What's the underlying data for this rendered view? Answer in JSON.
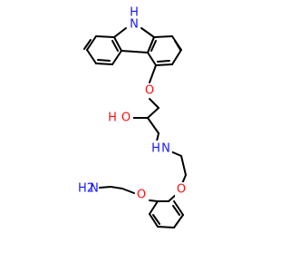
{
  "colors": {
    "bond": "#000000",
    "nitrogen": "#1818ff",
    "oxygen": "#ff1010",
    "background": "#ffffff"
  },
  "labels": {
    "nh_carbazole": "H",
    "n_carbazole": "N",
    "o_ether_top": "O",
    "o_hydroxyl": "O",
    "h_hydroxyl": "H",
    "n_amine": "N",
    "h_amine": "H",
    "o_ether_left": "O",
    "o_ether_right": "O",
    "h2_terminal": "H2",
    "n_terminal": "N"
  }
}
